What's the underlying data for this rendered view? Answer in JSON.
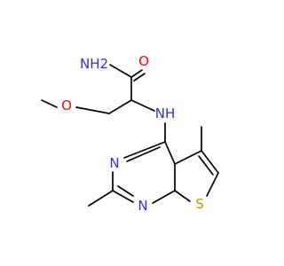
{
  "molecule": {
    "atoms": {
      "amide_nitrogen": "NH2",
      "carbonyl_oxygen": "O",
      "ether_oxygen": "O",
      "amine_nitrogen": "NH",
      "ring_nitrogen_upper": "N",
      "ring_nitrogen_lower": "N",
      "sulfur": "S"
    },
    "colors": {
      "bond": "#000000",
      "nitrogen": "#3333cc",
      "oxygen": "#ff0000",
      "sulfur": "#b2a000"
    }
  }
}
